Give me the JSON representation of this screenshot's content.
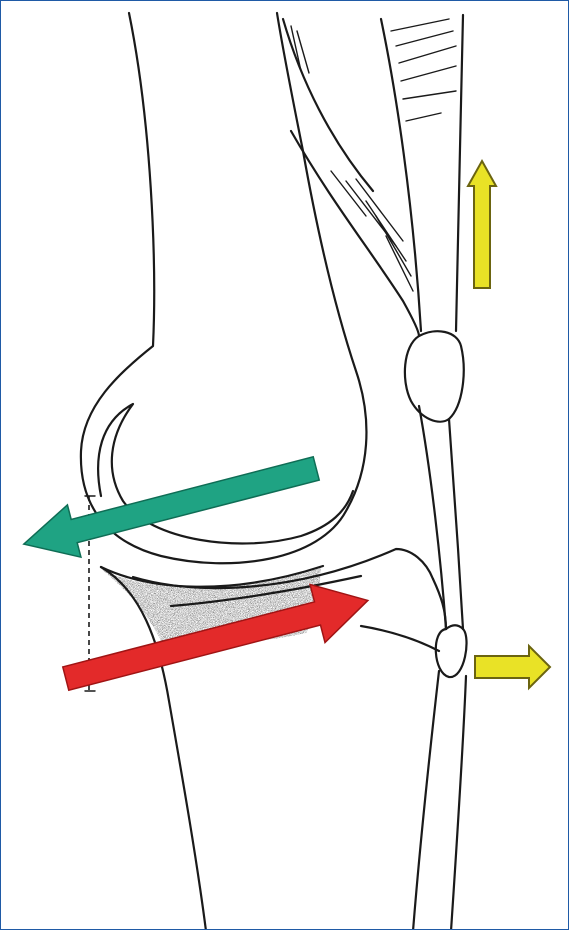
{
  "figure": {
    "border_color": "#1f5aa6",
    "line_color": "#1a1a1a",
    "shading_color": "#2a2a2a"
  },
  "arrows": [
    {
      "name": "green-arrow",
      "direction": "left",
      "color": "#1fa383"
    },
    {
      "name": "red-arrow",
      "direction": "right",
      "color": "#e32a2a"
    },
    {
      "name": "yellow-arrow-up",
      "direction": "up",
      "color": "#e9e226"
    },
    {
      "name": "yellow-arrow-right",
      "direction": "right",
      "color": "#e9e226"
    }
  ]
}
